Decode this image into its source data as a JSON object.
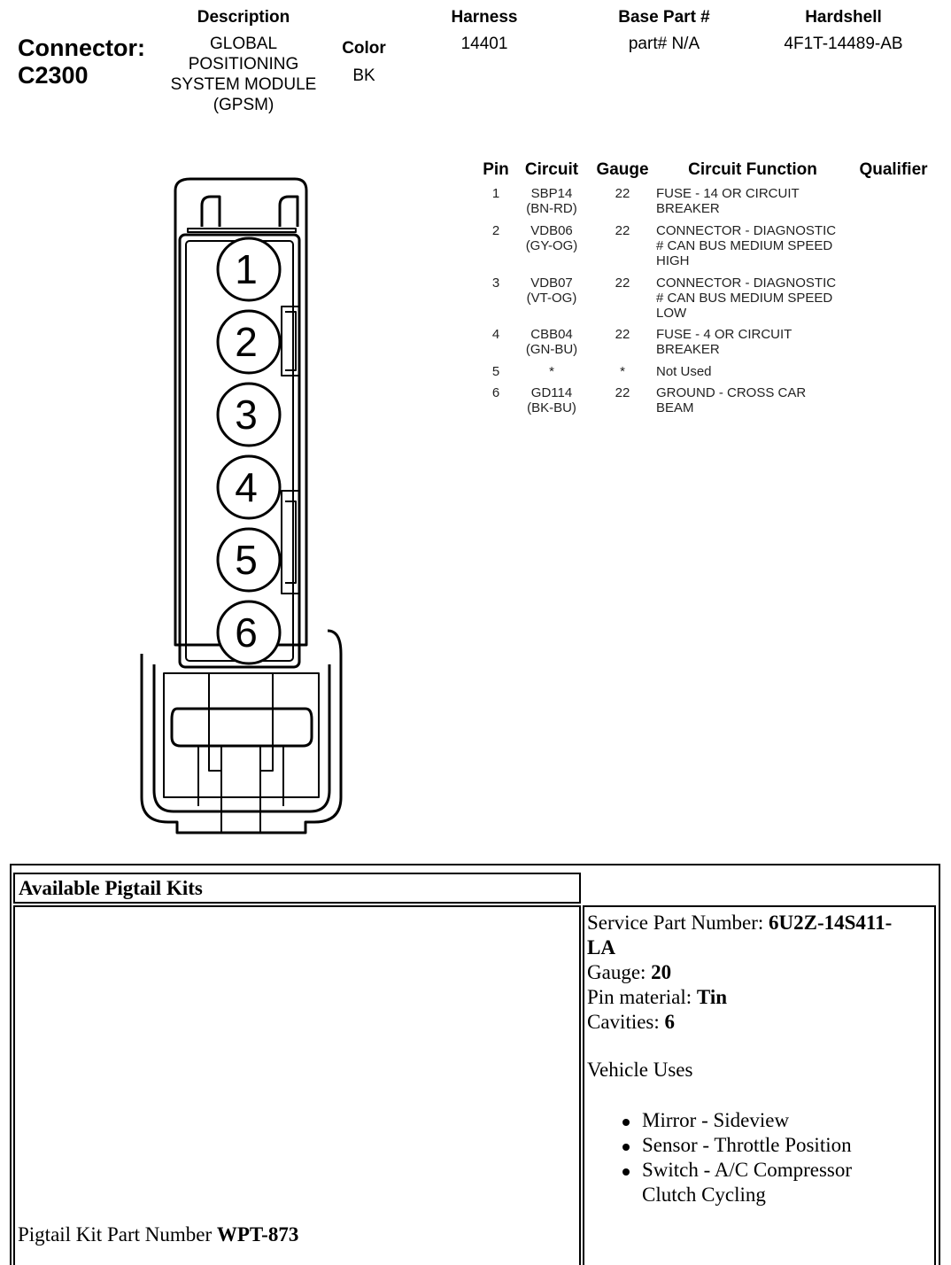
{
  "connector": {
    "label": "Connector:",
    "id": "C2300"
  },
  "header": {
    "description_label": "Description",
    "description_value": "GLOBAL POSITIONING SYSTEM MODULE (GPSM)",
    "color_label": "Color",
    "color_value": "BK",
    "harness_label": "Harness",
    "harness_value": "14401",
    "base_part_label": "Base Part #",
    "base_part_value": "part# N/A",
    "hardshell_label": "Hardshell",
    "hardshell_value": "4F1T-14489-AB"
  },
  "pin_table": {
    "columns": [
      "Pin",
      "Circuit",
      "Gauge",
      "Circuit Function",
      "Qualifier"
    ],
    "rows": [
      {
        "pin": "1",
        "circuit": "SBP14",
        "color": "(BN-RD)",
        "gauge": "22",
        "function": [
          "FUSE - 14 OR CIRCUIT",
          "BREAKER"
        ],
        "qualifier": ""
      },
      {
        "pin": "2",
        "circuit": "VDB06",
        "color": "(GY-OG)",
        "gauge": "22",
        "function": [
          "CONNECTOR - DIAGNOSTIC",
          "# CAN BUS MEDIUM SPEED",
          "HIGH"
        ],
        "qualifier": ""
      },
      {
        "pin": "3",
        "circuit": "VDB07",
        "color": "(VT-OG)",
        "gauge": "22",
        "function": [
          "CONNECTOR - DIAGNOSTIC",
          "# CAN BUS MEDIUM SPEED",
          "LOW"
        ],
        "qualifier": ""
      },
      {
        "pin": "4",
        "circuit": "CBB04",
        "color": "(GN-BU)",
        "gauge": "22",
        "function": [
          "FUSE - 4 OR CIRCUIT",
          "BREAKER"
        ],
        "qualifier": ""
      },
      {
        "pin": "5",
        "circuit": "*",
        "color": "",
        "gauge": "*",
        "function": [
          "Not Used"
        ],
        "qualifier": ""
      },
      {
        "pin": "6",
        "circuit": "GD114",
        "color": "(BK-BU)",
        "gauge": "22",
        "function": [
          "GROUND - CROSS CAR",
          "BEAM"
        ],
        "qualifier": ""
      }
    ]
  },
  "diagram": {
    "pin_labels": [
      "1",
      "2",
      "3",
      "4",
      "5",
      "6"
    ]
  },
  "pigtail": {
    "title": "Available Pigtail Kits",
    "kit_part_label": "Pigtail Kit Part Number ",
    "kit_part_value": "WPT-873",
    "service_part_label": "Service Part Number: ",
    "service_part_value_line1": "6U2Z-14S411-",
    "service_part_value_line2": "LA",
    "gauge_label": "Gauge: ",
    "gauge_value": "20",
    "pin_material_label": "Pin material: ",
    "pin_material_value": "Tin",
    "cavities_label": "Cavities: ",
    "cavities_value": "6",
    "vehicle_uses_label": "Vehicle Uses",
    "vehicle_uses": [
      "Mirror - Sideview",
      "Sensor - Throttle Position",
      "Switch - A/C Compressor",
      "Clutch Cycling"
    ]
  }
}
